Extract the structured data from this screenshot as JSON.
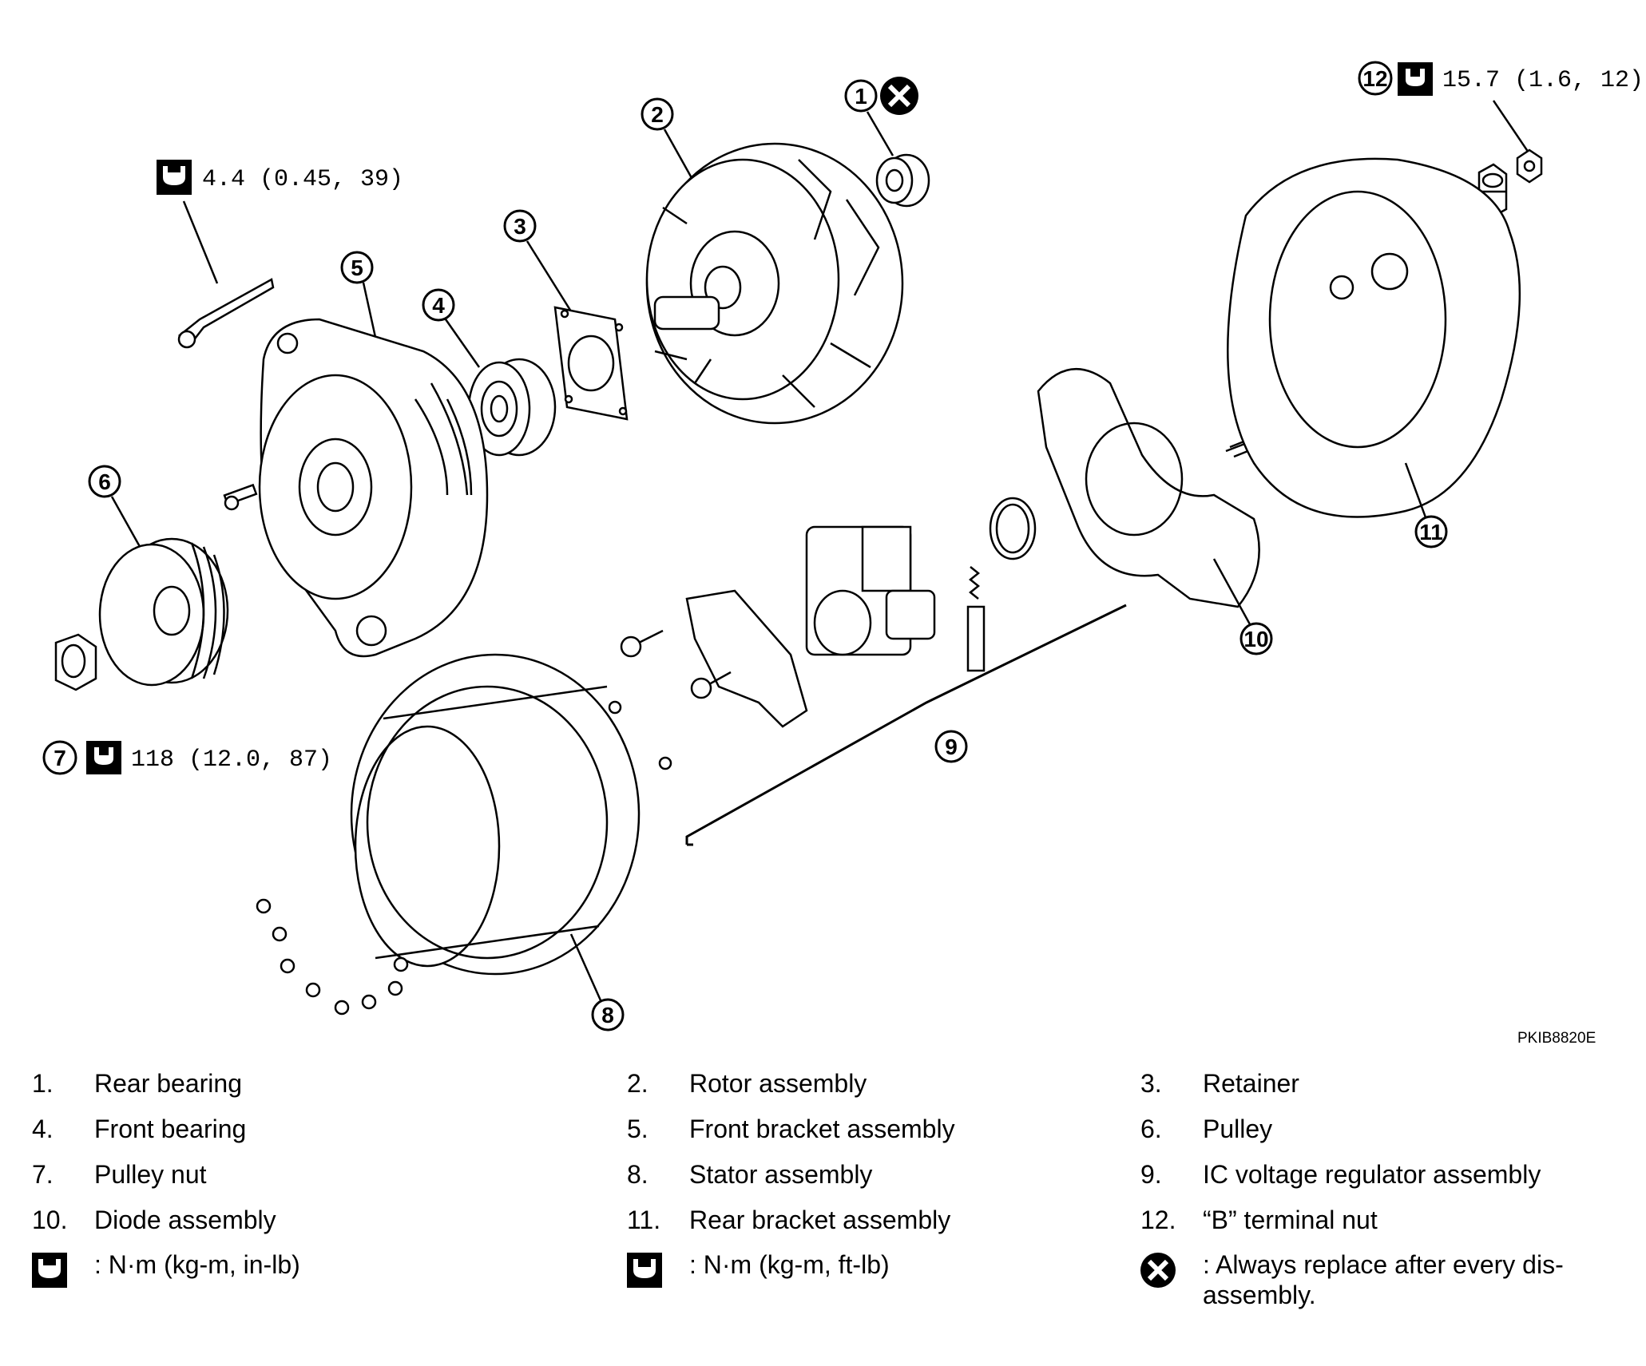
{
  "callouts": {
    "torque_small_bolt": "4.4  (0.45,  39)",
    "torque_pulley_nut": "118  (12.0,  87)",
    "torque_b_nut": "15.7  (1.6,  12)"
  },
  "numbers": [
    "1",
    "2",
    "3",
    "4",
    "5",
    "6",
    "7",
    "8",
    "9",
    "10",
    "11",
    "12"
  ],
  "ref_code": "PKIB8820E",
  "legend": {
    "items": [
      {
        "num": "1.",
        "label": "Rear bearing"
      },
      {
        "num": "2.",
        "label": "Rotor assembly"
      },
      {
        "num": "3.",
        "label": "Retainer"
      },
      {
        "num": "4.",
        "label": "Front bearing"
      },
      {
        "num": "5.",
        "label": "Front bracket assembly"
      },
      {
        "num": "6.",
        "label": "Pulley"
      },
      {
        "num": "7.",
        "label": "Pulley nut"
      },
      {
        "num": "8.",
        "label": "Stator assembly"
      },
      {
        "num": "9.",
        "label": "IC voltage regulator assembly"
      },
      {
        "num": "10.",
        "label": "Diode assembly"
      },
      {
        "num": "11.",
        "label": "Rear bracket assembly"
      },
      {
        "num": "12.",
        "label": "“B” terminal nut"
      }
    ],
    "symbols": [
      {
        "icon": "torque-in-lb-icon",
        "text": ": N·m (kg-m, in-lb)"
      },
      {
        "icon": "torque-ft-lb-icon",
        "text": ": N·m (kg-m, ft-lb)"
      },
      {
        "icon": "replace-x-icon",
        "text": ": Always replace after every dis-assembly."
      }
    ]
  }
}
